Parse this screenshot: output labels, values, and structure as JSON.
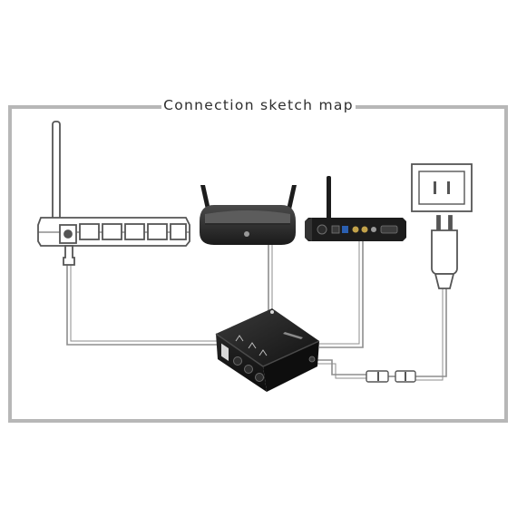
{
  "diagram": {
    "title": "Connection sketch map",
    "colors": {
      "frame": "#b7b7b7",
      "cable": "#8d8d8d",
      "device_outline": "#555555",
      "device_black": "#1c1c1c"
    },
    "devices": [
      {
        "id": "router",
        "icon": "router-icon"
      },
      {
        "id": "wifi-router",
        "icon": "wifi-router-icon"
      },
      {
        "id": "audio-receiver",
        "icon": "audio-receiver-icon"
      },
      {
        "id": "wall-outlet",
        "icon": "wall-outlet-icon"
      },
      {
        "id": "power-plug",
        "icon": "power-plug-icon"
      },
      {
        "id": "hub-box",
        "icon": "hub-box-icon"
      }
    ]
  }
}
